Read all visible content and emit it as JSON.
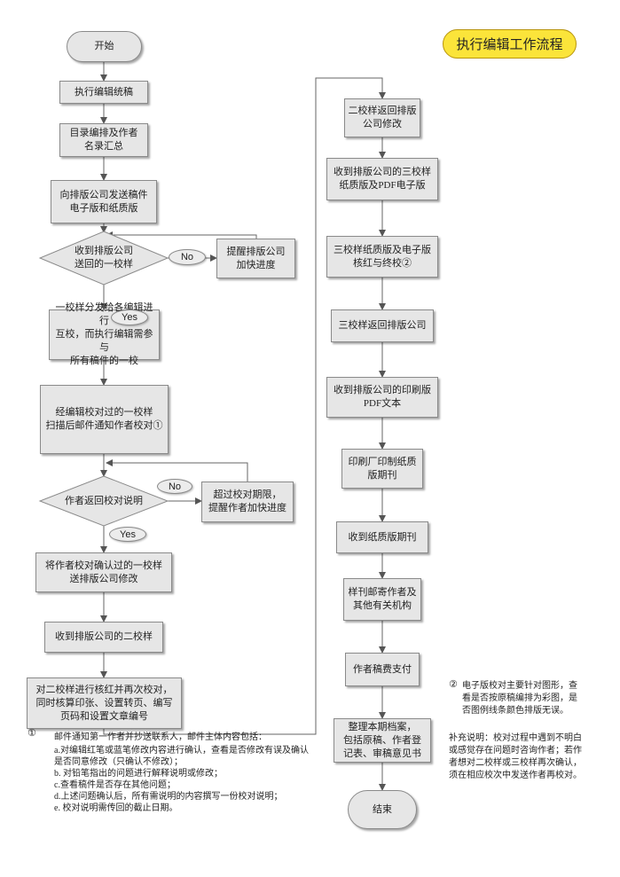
{
  "title": "执行编辑工作流程",
  "nodes": {
    "start": "开始",
    "s1": "执行编辑统稿",
    "s2": "目录编排及作者\n名录汇总",
    "s3": "向排版公司发送稿件\n电子版和纸质版",
    "d1": "收到排版公司\n送回的一校样",
    "r1": "提醒排版公司\n加快进度",
    "s4": "一校样分发给各编辑进行\n互校，而执行编辑需参与\n所有稿件的一校",
    "s5": "经编辑校对过的一校样\n扫描后邮件通知作者校对①",
    "d2": "作者返回校对说明",
    "r2": "超过校对期限，\n提醒作者加快进度",
    "s6": "将作者校对确认过的一校样\n送排版公司修改",
    "s7": "收到排版公司的二校样",
    "s8": "对二校样进行核红并再次校对，\n同时核算印张、设置转页、编写\n页码和设置文章编号",
    "c1": "二校样返回排版\n公司修改",
    "c2": "收到排版公司的三校样\n纸质版及PDF电子版",
    "c3": "三校样纸质版及电子版\n核红与终校②",
    "c4": "三校样返回排版公司",
    "c5": "收到排版公司的印刷版\nPDF文本",
    "c6": "印刷厂印制纸质\n版期刊",
    "c7": "收到纸质版期刊",
    "c8": "样刊邮寄作者及\n其他有关机构",
    "c9": "作者稿费支付",
    "c10": "整理本期档案，\n包括原稿、作者登\n记表、审稿意见书",
    "end": "结束"
  },
  "labels": {
    "no1": "No",
    "yes1": "Yes",
    "no2": "No",
    "yes2": "Yes"
  },
  "notes": {
    "n1_marker": "①",
    "n1_intro": "邮件通知第一作者并抄送联系人，邮件主体内容包括：",
    "n1_items": [
      "a.对编辑红笔或蓝笔修改内容进行确认，查看是否修改有误及确认",
      "是否同意修改（只确认不修改）；",
      "b. 对铅笔指出的问题进行解释说明或修改；",
      "c.查看稿件是否存在其他问题；",
      "d.上述问题确认后，所有需说明的内容撰写一份校对说明；",
      "e. 校对说明需传回的截止日期。"
    ],
    "n2_marker": "②",
    "n2_text": "电子版校对主要针对图形，查\n看是否按原稿编排为彩图，是\n否图例线条颜色排版无误。",
    "n3_text": "补充说明：校对过程中遇到不明白\n或感觉存在问题时咨询作者；若作\n者想对二校样或三校样再次确认，\n须在相应校次中发送作者再校对。"
  }
}
